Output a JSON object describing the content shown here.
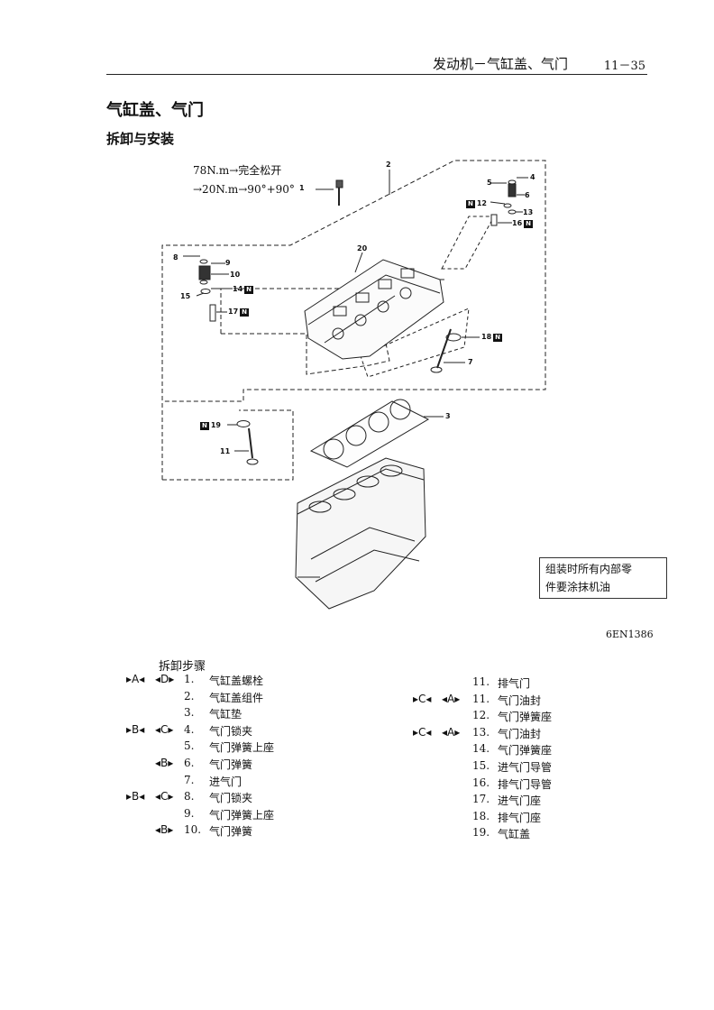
{
  "header": {
    "section_title": "发动机－气缸盖、气门",
    "page_number": "11－35"
  },
  "heading": "气缸盖、气门",
  "subheading": "拆卸与安装",
  "diagram": {
    "torque_line1": "78N.m→完全松开",
    "torque_line2": "→20N.m→90°+90°",
    "note_line1": "组装时所有内部零",
    "note_line2": "件要涂抹机油",
    "n_mark": "N",
    "labels": {
      "l1": "1",
      "l2": "2",
      "l3": "3",
      "l4": "4",
      "l5": "5",
      "l6": "6",
      "l7": "7",
      "l8": "8",
      "l9": "9",
      "l10": "10",
      "l11": "11",
      "l12": "12",
      "l13": "13",
      "l14": "14",
      "l15": "15",
      "l16": "16",
      "l17": "17",
      "l18": "18",
      "l19": "19",
      "l20": "20"
    }
  },
  "figure_code": "6EN1386",
  "steps_title": "拆卸步骤",
  "steps_left": [
    {
      "num": "1.",
      "text": "气缸盖螺栓",
      "m1": "A",
      "m2": "D"
    },
    {
      "num": "2.",
      "text": "气缸盖组件",
      "m1": "",
      "m2": ""
    },
    {
      "num": "3.",
      "text": "气缸垫",
      "m1": "",
      "m2": ""
    },
    {
      "num": "4.",
      "text": "气门锁夹",
      "m1": "B",
      "m2": "C"
    },
    {
      "num": "5.",
      "text": "气门弹簧上座",
      "m1": "",
      "m2": ""
    },
    {
      "num": "6.",
      "text": "气门弹簧",
      "m1": "",
      "m2": "B"
    },
    {
      "num": "7.",
      "text": "进气门",
      "m1": "",
      "m2": ""
    },
    {
      "num": "8.",
      "text": "气门锁夹",
      "m1": "B",
      "m2": "C"
    },
    {
      "num": "9.",
      "text": "气门弹簧上座",
      "m1": "",
      "m2": ""
    },
    {
      "num": "10.",
      "text": "气门弹簧",
      "m1": "",
      "m2": "B"
    }
  ],
  "steps_right": [
    {
      "num": "11.",
      "text": "排气门",
      "m1": "",
      "m2": ""
    },
    {
      "num": "11.",
      "text": "气门油封",
      "m1": "C",
      "m2": "A"
    },
    {
      "num": "12.",
      "text": "气门弹簧座",
      "m1": "",
      "m2": ""
    },
    {
      "num": "13.",
      "text": "气门油封",
      "m1": "C",
      "m2": "A"
    },
    {
      "num": "14.",
      "text": "气门弹簧座",
      "m1": "",
      "m2": ""
    },
    {
      "num": "15.",
      "text": "进气门导管",
      "m1": "",
      "m2": ""
    },
    {
      "num": "16.",
      "text": "排气门导管",
      "m1": "",
      "m2": ""
    },
    {
      "num": "17.",
      "text": "进气门座",
      "m1": "",
      "m2": ""
    },
    {
      "num": "18.",
      "text": "排气门座",
      "m1": "",
      "m2": ""
    },
    {
      "num": "19.",
      "text": "气缸盖",
      "m1": "",
      "m2": ""
    }
  ]
}
